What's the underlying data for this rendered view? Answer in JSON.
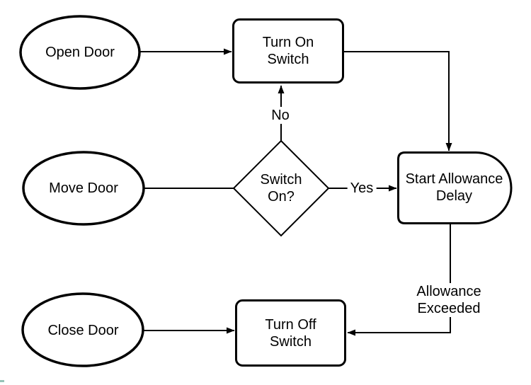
{
  "page": {
    "background": "#ffffff",
    "stroke_color": "#000000",
    "text_color": "#000000"
  },
  "flowchart": {
    "type": "flowchart",
    "nodes": {
      "open_door": {
        "shape": "ellipse",
        "label": "Open Door"
      },
      "move_door": {
        "shape": "ellipse",
        "label": "Move Door"
      },
      "close_door": {
        "shape": "ellipse",
        "label": "Close Door"
      },
      "turn_on_switch": {
        "shape": "process-rectangle",
        "label": "Turn On\nSwitch"
      },
      "switch_on": {
        "shape": "decision-diamond",
        "label": "Switch\nOn?"
      },
      "start_allowance_delay": {
        "shape": "delay",
        "label": "Start Allowance\nDelay"
      },
      "turn_off_switch": {
        "shape": "process-rectangle",
        "label": "Turn Off\nSwitch"
      }
    },
    "edges": {
      "open_to_turnon": {
        "from": "open_door",
        "to": "turn_on_switch",
        "label": ""
      },
      "move_to_switchon": {
        "from": "move_door",
        "to": "switch_on",
        "label": ""
      },
      "switchon_no_to_turnon": {
        "from": "switch_on",
        "to": "turn_on_switch",
        "label": "No"
      },
      "switchon_yes_to_delay": {
        "from": "switch_on",
        "to": "start_allowance_delay",
        "label": "Yes"
      },
      "turnon_to_delay": {
        "from": "turn_on_switch",
        "to": "start_allowance_delay",
        "label": ""
      },
      "delay_to_turnoff": {
        "from": "start_allowance_delay",
        "to": "turn_off_switch",
        "label": "Allowance\nExceeded"
      },
      "close_to_turnoff": {
        "from": "close_door",
        "to": "turn_off_switch",
        "label": ""
      }
    }
  }
}
